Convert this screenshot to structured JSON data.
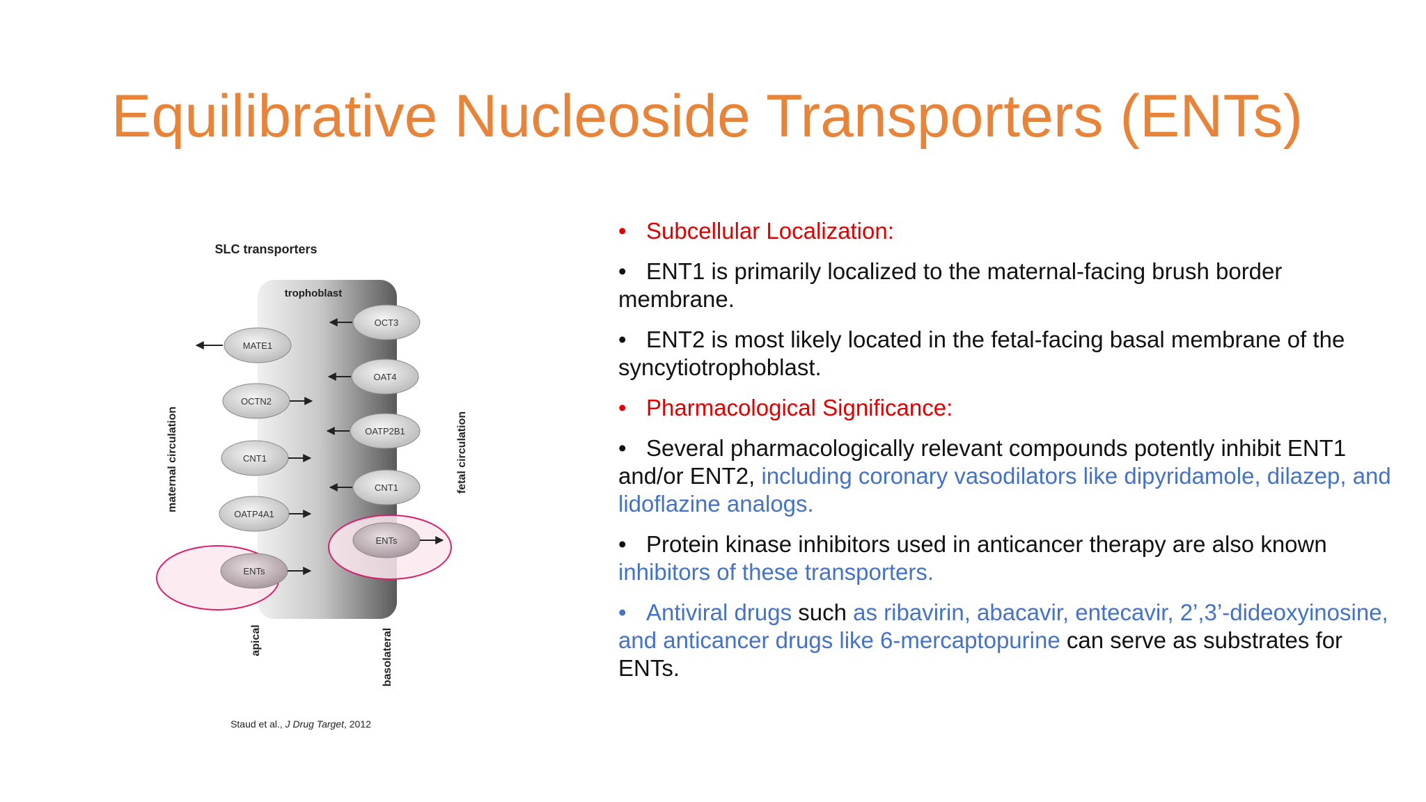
{
  "slide": {
    "title": "Equilibrative Nucleoside Transporters (ENTs)"
  },
  "figure": {
    "heading": "SLC transporters",
    "cell_label": "trophoblast",
    "left_axis_label": "maternal circulation",
    "right_axis_label": "fetal circulation",
    "apical_label": "apical",
    "basolateral_label": "basolateral",
    "apical_transporters": [
      "MATE1",
      "OCTN2",
      "CNT1",
      "OATP4A1",
      "ENTs"
    ],
    "basolateral_transporters": [
      "OCT3",
      "OAT4",
      "OATP2B1",
      "CNT1",
      "ENTs"
    ],
    "citation_prefix": "Staud et al., ",
    "citation_journal": "J Drug Target",
    "citation_suffix": ", 2012",
    "highlight_color": "#D6206E"
  },
  "content": {
    "heading1": "Subcellular Localization:",
    "p1": "ENT1 is primarily localized to the maternal-facing brush border membrane.",
    "p2": "ENT2 is most likely located in the fetal-facing basal membrane of the syncytiotrophoblast.",
    "heading2": "Pharmacological Significance:",
    "p3_a": "Several pharmacologically relevant compounds potently inhibit ENT1 and/or ENT2, ",
    "p3_b": "including coronary vasodilators like dipyridamole, dilazep, and lidoflazine analogs.",
    "p4_a": "Protein kinase inhibitors used in anticancer therapy are also known ",
    "p4_b": "inhibitors of these transporters.",
    "p5_a": "Antiviral drugs",
    "p5_b": " such ",
    "p5_c": "as ribavirin, abacavir, entecavir, 2’,3’-dideoxyinosine, and anticancer drugs like 6-mercaptopurine",
    "p5_d": " can serve as substrates for ENTs."
  },
  "colors": {
    "title": "#E8843A",
    "heading": "#E00000",
    "link_blue": "#4472C4",
    "text": "#111111"
  }
}
